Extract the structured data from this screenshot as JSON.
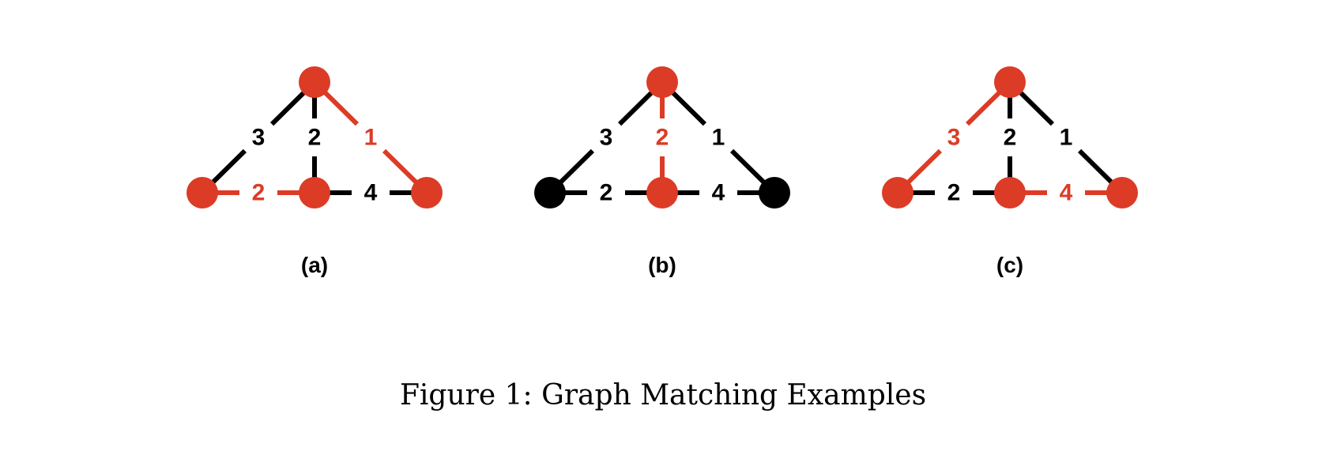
{
  "colors": {
    "highlight": "#dc3b26",
    "default": "#000000",
    "background": "#ffffff"
  },
  "caption": "Figure 1: Graph Matching Examples",
  "graph": {
    "nodes": [
      "top",
      "left",
      "center",
      "right"
    ],
    "edges": [
      {
        "id": "top-left",
        "from": "top",
        "to": "left"
      },
      {
        "id": "top-center",
        "from": "top",
        "to": "center"
      },
      {
        "id": "top-right",
        "from": "top",
        "to": "right"
      },
      {
        "id": "left-center",
        "from": "left",
        "to": "center"
      },
      {
        "id": "center-right",
        "from": "center",
        "to": "right"
      }
    ]
  },
  "panels": [
    {
      "label": "(a)",
      "node_colors": {
        "top": "highlight",
        "left": "highlight",
        "center": "highlight",
        "right": "highlight"
      },
      "edges": [
        {
          "id": "top-left",
          "weight": "3",
          "color": "default"
        },
        {
          "id": "top-center",
          "weight": "2",
          "color": "default"
        },
        {
          "id": "top-right",
          "weight": "1",
          "color": "highlight"
        },
        {
          "id": "left-center",
          "weight": "2",
          "color": "highlight"
        },
        {
          "id": "center-right",
          "weight": "4",
          "color": "default"
        }
      ]
    },
    {
      "label": "(b)",
      "node_colors": {
        "top": "highlight",
        "left": "default",
        "center": "highlight",
        "right": "default"
      },
      "edges": [
        {
          "id": "top-left",
          "weight": "3",
          "color": "default"
        },
        {
          "id": "top-center",
          "weight": "2",
          "color": "highlight"
        },
        {
          "id": "top-right",
          "weight": "1",
          "color": "default"
        },
        {
          "id": "left-center",
          "weight": "2",
          "color": "default"
        },
        {
          "id": "center-right",
          "weight": "4",
          "color": "default"
        }
      ]
    },
    {
      "label": "(c)",
      "node_colors": {
        "top": "highlight",
        "left": "highlight",
        "center": "highlight",
        "right": "highlight"
      },
      "edges": [
        {
          "id": "top-left",
          "weight": "3",
          "color": "highlight"
        },
        {
          "id": "top-center",
          "weight": "2",
          "color": "default"
        },
        {
          "id": "top-right",
          "weight": "1",
          "color": "default"
        },
        {
          "id": "left-center",
          "weight": "2",
          "color": "default"
        },
        {
          "id": "center-right",
          "weight": "4",
          "color": "highlight"
        }
      ]
    }
  ]
}
